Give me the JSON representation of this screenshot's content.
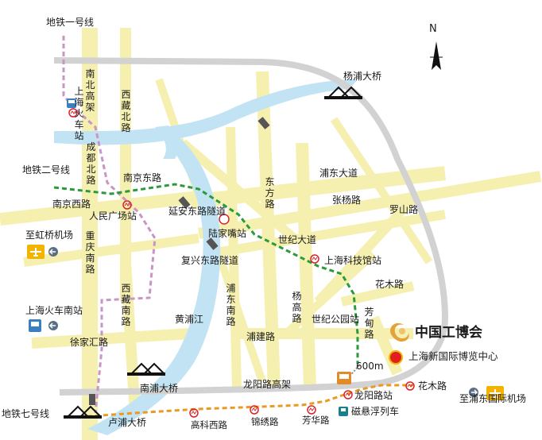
{
  "compass": {
    "north": "N"
  },
  "metro": {
    "line1": "地铁一号线",
    "line2": "地铁二号线",
    "line7": "地铁七号线"
  },
  "roads": {
    "nanbei_gaojia": "南北高架",
    "xizang_beilu": "西藏北路",
    "shanghai_huochezhan": "上海火车站",
    "chengdu_beilu": "成都北路",
    "nanjing_donglu": "南京东路",
    "nanjing_xilu": "南京西路",
    "renmin_guangchang": "人民广场站",
    "yanan_donglu_suidao": "延安东路隧道",
    "lujiazui": "陆家嘴站",
    "dongfang_lu": "东方路",
    "pudong_dadao": "浦东大道",
    "zhangyang_lu": "张杨路",
    "luoshan_lu": "罗山路",
    "shiji_dadao": "世纪大道",
    "shanghai_keji": "上海科技馆站",
    "huamu_lu": "花木路",
    "chongqing_nanlu": "重庆南路",
    "fuxing_donglu_suidao": "复兴东路隧道",
    "xizang_nanlu": "西藏南路",
    "huangpu_jiang": "黄浦江",
    "pudong_nanlu": "浦东南路",
    "yanggao_lu": "杨高路",
    "shiji_gongyuan": "世纪公园站",
    "fangdian_lu": "芳甸路",
    "pujian_lu": "浦建路",
    "xujiahui_lu": "徐家汇路",
    "nanpu_daqiao": "南浦大桥",
    "longyang_gaojia": "龙阳路高架",
    "longyang_zhan": "龙阳路站",
    "huamu_lu2": "花木路",
    "cixuanfu": "磁悬浮列车",
    "lupu_daqiao": "卢浦大桥",
    "gaoke_xilu": "高科西路",
    "jinxiu_lu": "锦绣路",
    "fanghua_lu": "芳华路",
    "yangpu_daqiao": "杨浦大桥"
  },
  "places": {
    "hongqiao": "至虹桥机场",
    "shanghai_nanzhan": "上海火车南站",
    "pudong_airport": "至浦东国际机场",
    "expo_title": "中国工博会",
    "expo_venue": "上海新国际博览中心",
    "distance": "600m"
  },
  "colors": {
    "road": "#f6f0b0",
    "river": "#c2e3f3",
    "ring": "#d2d2d2",
    "line1": "#c895c5",
    "line2": "#2a9a3a",
    "line7": "#e89a22",
    "station_red": "#d8232a",
    "expo_dot": "#e0201c",
    "expo_logo": "#e3a23a"
  },
  "icons": [
    "metro-station-icon",
    "airplane-icon",
    "arrow-icon",
    "bus-icon",
    "bridge-icon",
    "tunnel-icon",
    "compass-icon",
    "expo-logo-icon",
    "maglev-icon"
  ]
}
